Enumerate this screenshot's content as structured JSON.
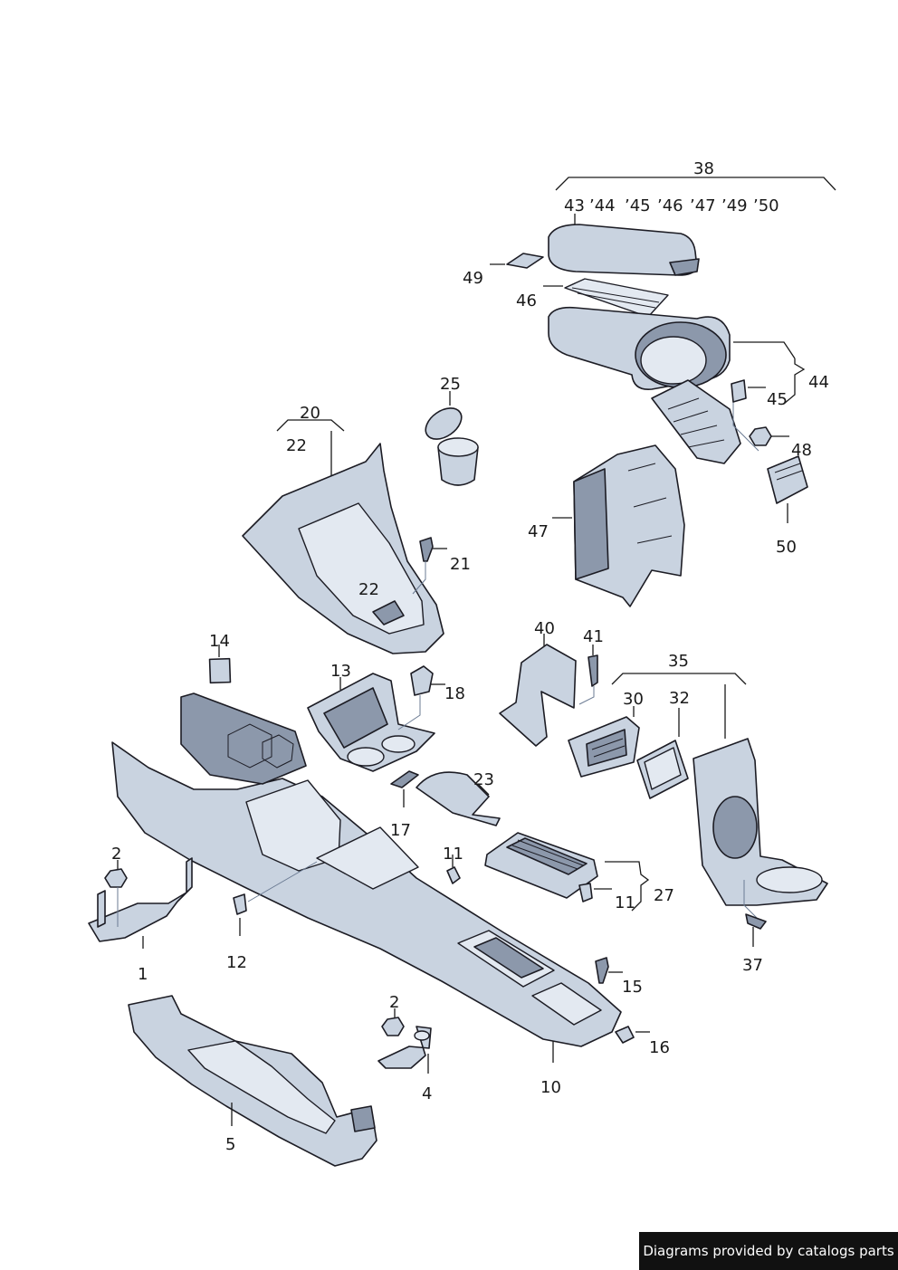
{
  "labels": {
    "p38": "38",
    "p43": "43",
    "p44a": "’44",
    "p45a": "’45",
    "p46a": "’46",
    "p47a": "’47",
    "p49a": "’49",
    "p50a": "’50",
    "p49": "49",
    "p46": "46",
    "p44": "44",
    "p45": "45",
    "p48": "48",
    "p50": "50",
    "p47": "47",
    "p25": "25",
    "p20": "20",
    "p22a": "22",
    "p21": "21",
    "p22b": "22",
    "p14": "14",
    "p13": "13",
    "p18": "18",
    "p40": "40",
    "p41": "41",
    "p35": "35",
    "p30": "30",
    "p32": "32",
    "p23": "23",
    "p17": "17",
    "p2a": "2",
    "p11a": "11",
    "p11b": "11",
    "p27": "27",
    "p1": "1",
    "p12": "12",
    "p37": "37",
    "p15": "15",
    "p2b": "2",
    "p16": "16",
    "p4": "4",
    "p10": "10",
    "p5": "5"
  },
  "footer": {
    "text": "Diagrams provided by catalogs parts"
  }
}
